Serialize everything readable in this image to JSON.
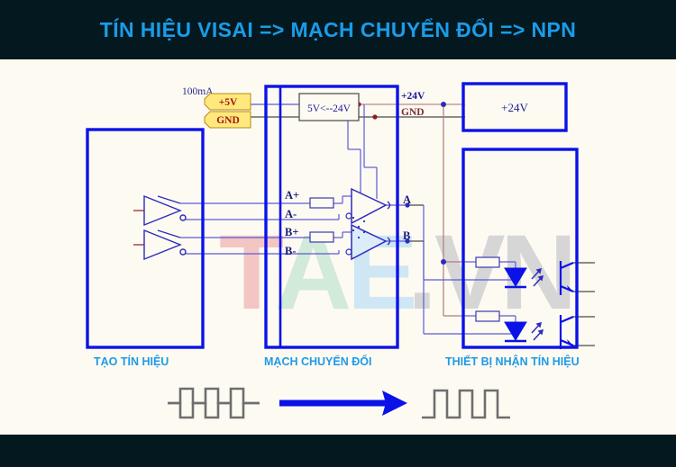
{
  "header": {
    "title": "TÍN HIỆU VISAI => MẠCH CHUYỂN ĐỔI => NPN",
    "title_color": "#1a9ce8",
    "band_color": "#04181f"
  },
  "background_color": "#fdfaf2",
  "watermark": {
    "text": "TAE.VN",
    "letters": [
      {
        "char": "T",
        "color": "#f2c3c0"
      },
      {
        "char": "A",
        "color": "#cfe9d6"
      },
      {
        "char": "E",
        "color": "#cfe6f5"
      },
      {
        "char": ".",
        "color": "#d4d4d4"
      },
      {
        "char": "V",
        "color": "#d4d4d4"
      },
      {
        "char": "N",
        "color": "#d4d4d4"
      }
    ]
  },
  "diagram": {
    "blocks": [
      {
        "id": "signal-source",
        "label": "",
        "border_color": "#0b12e8"
      },
      {
        "id": "converter-circuit",
        "label": "",
        "border_color": "#0b12e8"
      },
      {
        "id": "receiver-device",
        "label": "",
        "border_color": "#0b12e8"
      },
      {
        "id": "supply-24v",
        "label": "+24V",
        "border_color": "#0b12e8"
      }
    ],
    "power": {
      "current_label": "100mA",
      "tag_plus5v": "+5V",
      "tag_gnd": "GND",
      "tag_fill": "#ffe97d",
      "tag_text_color": "#a51313",
      "converter_label": "5V<--24V",
      "rail_plus24v": "+24V",
      "rail_gnd": "GND"
    },
    "terminals": {
      "inputs": [
        "A+",
        "A-",
        "B+",
        "B-"
      ],
      "outputs": [
        "A",
        "B"
      ]
    },
    "supply_box_label": "+24V"
  },
  "captions": {
    "left": "TẠO TÍN HIỆU",
    "middle": "MẠCH CHUYỂN ĐỔI",
    "right": "THIẾT BỊ NHẬN TÍN HIỆU",
    "color": "#1f9ae8"
  },
  "waveforms": {
    "input_name": "input-square-wave",
    "output_name": "output-square-wave",
    "arrow_color": "#0b12e8",
    "trace_color": "#6e6e6e"
  }
}
